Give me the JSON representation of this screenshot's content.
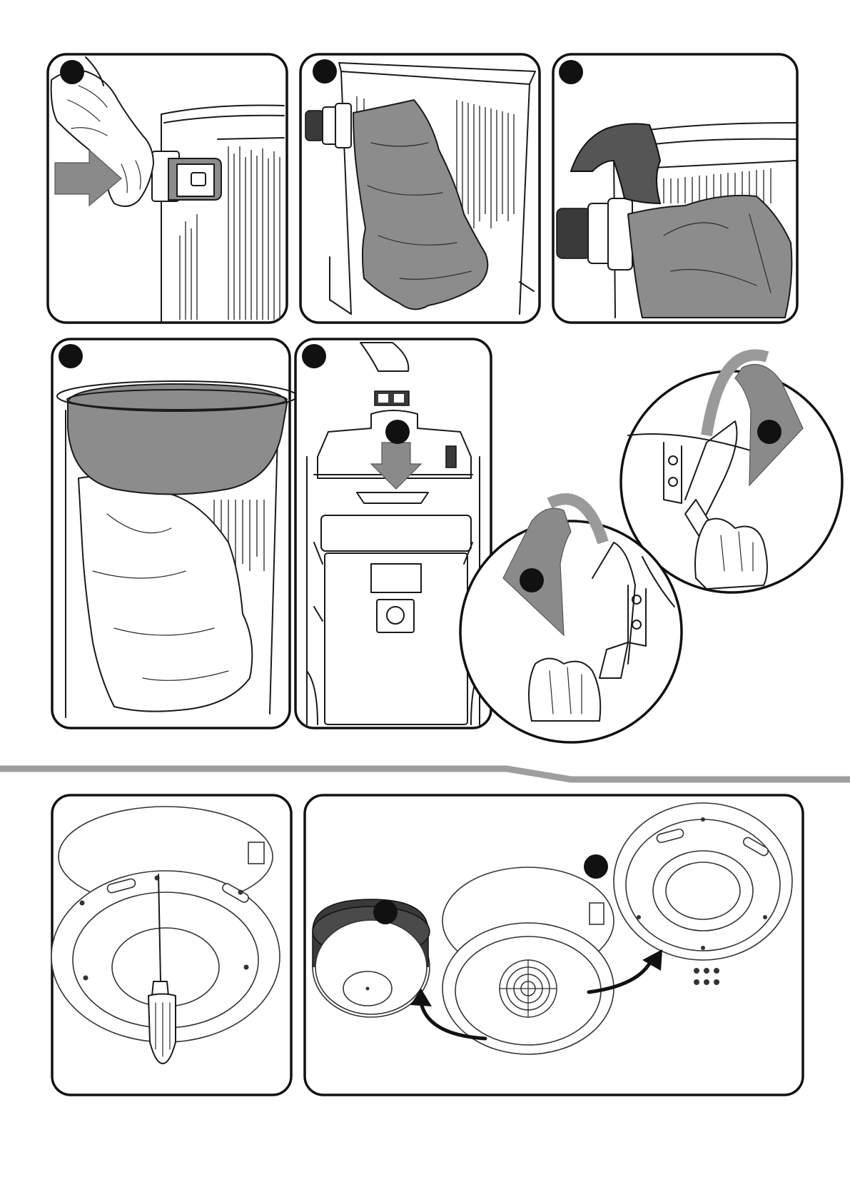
{
  "document": {
    "type": "instruction-illustration-sheet",
    "colors": {
      "frame": "#111111",
      "step_marker": "#111111",
      "bag_fill": "#8c8c8c",
      "separator": "#9e9e9e",
      "arrow": "#8a8a8a"
    },
    "sections": [
      {
        "name": "bag-installation",
        "panels": [
          {
            "id": "p1",
            "depicts": "hand-inserting-hose-arrow-icon",
            "step_marker": true
          },
          {
            "id": "p2",
            "depicts": "paper-bag-in-tank-icon",
            "step_marker": true
          },
          {
            "id": "p3",
            "depicts": "bag-collar-on-inlet-icon",
            "step_marker": true
          },
          {
            "id": "p4",
            "depicts": "bag-opened-over-rim-icon",
            "step_marker": true
          },
          {
            "id": "p5",
            "depicts": "head-lowered-onto-tank-icon",
            "step_marker": true
          },
          {
            "id": "p6",
            "depicts": "latch-closing-circles-icon",
            "step_marker": true
          }
        ]
      },
      {
        "name": "filter-replacement",
        "panels": [
          {
            "id": "p7",
            "depicts": "screwdriver-removing-cover-icon",
            "step_marker": false
          },
          {
            "id": "p8",
            "depicts": "filter-and-cover-exploded-icon",
            "step_marker": true
          }
        ]
      }
    ]
  }
}
